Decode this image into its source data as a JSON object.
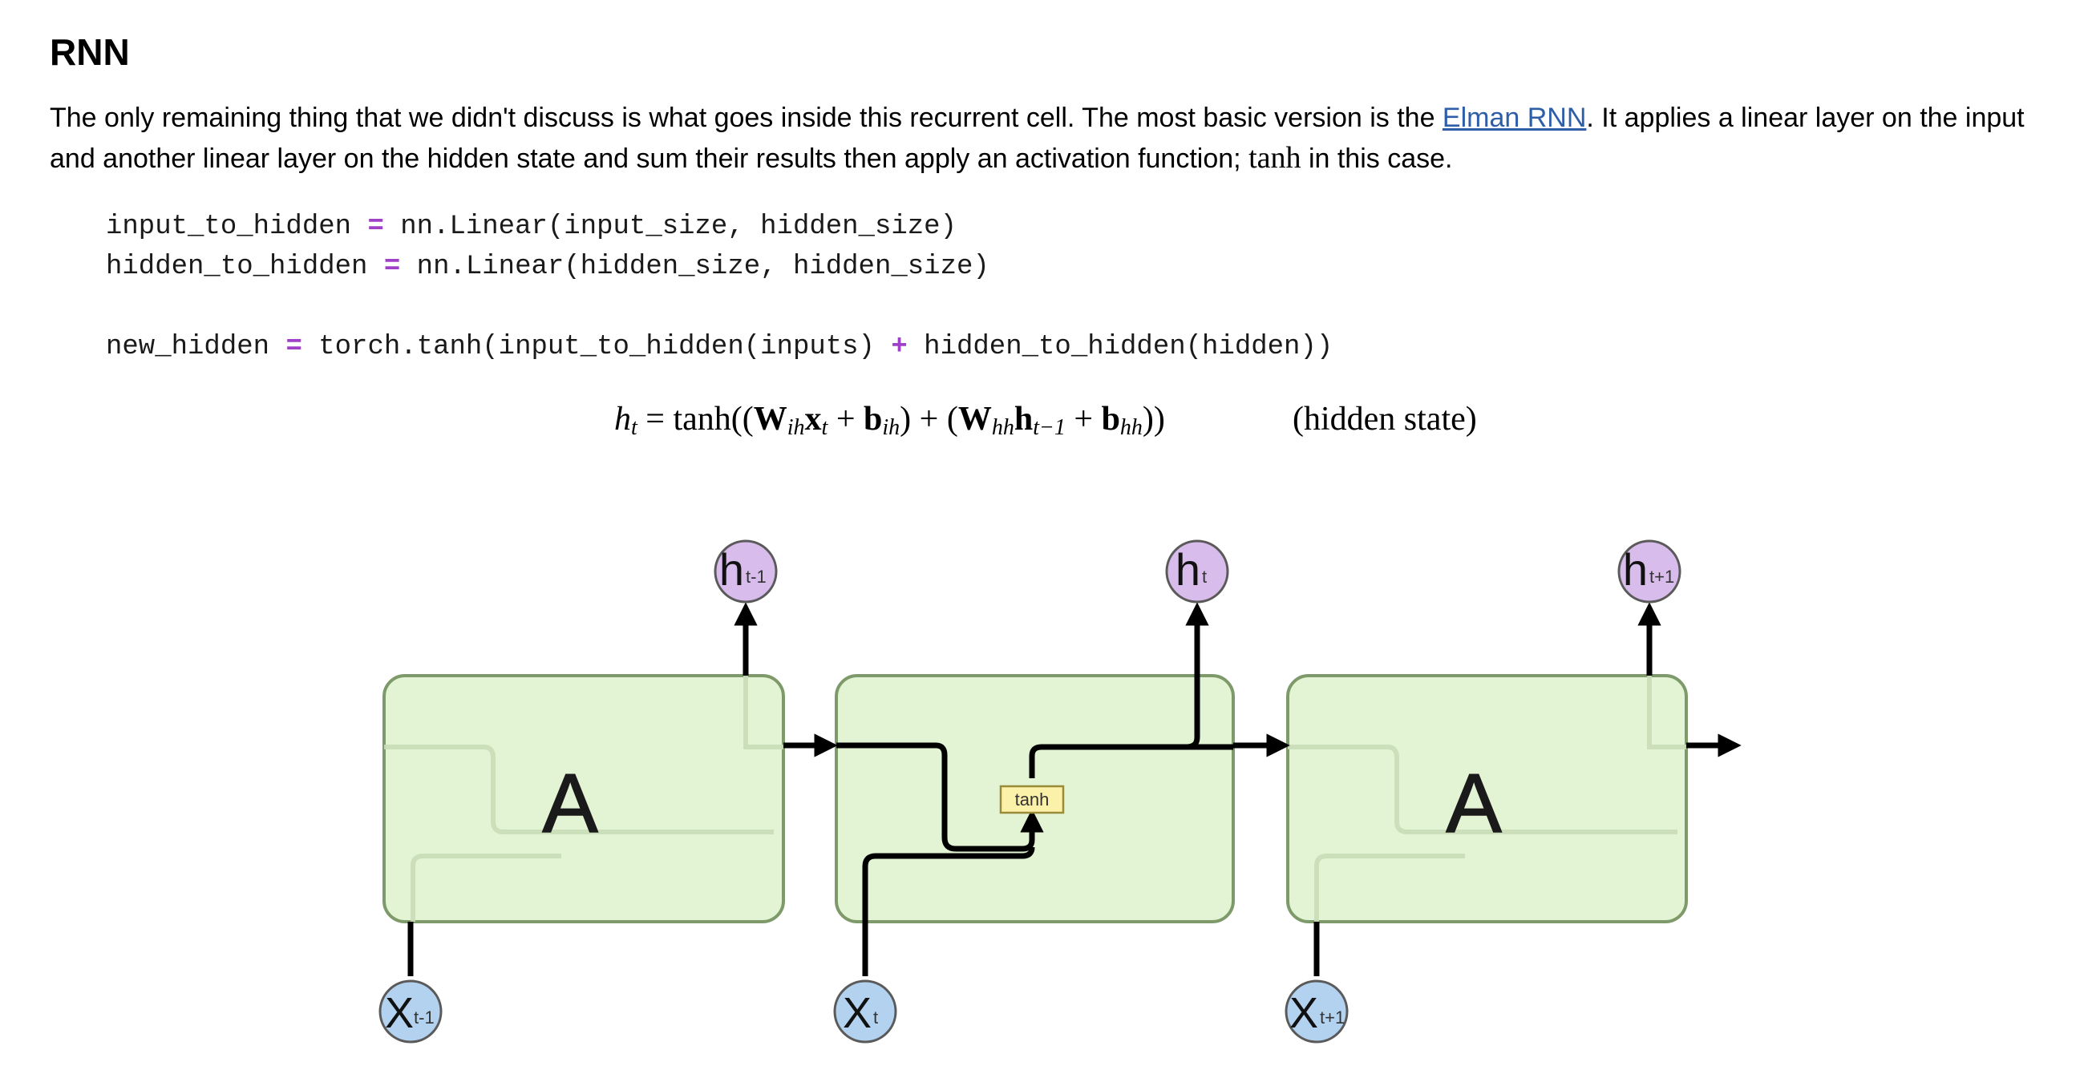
{
  "section": {
    "heading": "RNN"
  },
  "paragraph": {
    "text_before_link": "The only remaining thing that we didn't discuss is what goes inside this recurrent cell. The most basic version is the ",
    "link_text": "Elman RNN",
    "text_after_link": ". It applies a linear layer on the input and another linear layer on the hidden state and sum their results then apply an activation function; ",
    "inline_math": "tanh",
    "text_end": " in this case."
  },
  "code": {
    "line1": {
      "lhs": "input_to_hidden ",
      "op": "=",
      "rhs": " nn.Linear(input_size, hidden_size)"
    },
    "line2": {
      "lhs": "hidden_to_hidden ",
      "op": "=",
      "rhs": " nn.Linear(hidden_size, hidden_size)"
    },
    "line3": {
      "lhs": "new_hidden ",
      "op": "=",
      "mid": " torch.tanh(input_to_hidden(inputs) ",
      "op2": "+",
      "rhs": " hidden_to_hidden(hidden))"
    }
  },
  "equation": {
    "h": "h",
    "t": "t",
    "eq_open": " = tanh((",
    "W1": "W",
    "ih": "ih",
    "x": "x",
    "plus1": " + ",
    "b1": "b",
    "close_plus": ") + (",
    "W2": "W",
    "hh": "hh",
    "hprev": "h",
    "tminus": "t−1",
    "plus2": " + ",
    "b2": "b",
    "close": "))",
    "tag": "(hidden state)"
  },
  "diagram": {
    "cell_label": "A",
    "activation_label": "tanh",
    "outputs": [
      {
        "base": "h",
        "sub": "t-1"
      },
      {
        "base": "h",
        "sub": "t"
      },
      {
        "base": "h",
        "sub": "t+1"
      }
    ],
    "inputs": [
      {
        "base": "X",
        "sub": "t-1"
      },
      {
        "base": "X",
        "sub": "t"
      },
      {
        "base": "X",
        "sub": "t+1"
      }
    ],
    "colors": {
      "cell_fill": "#e2f4d3",
      "cell_stroke": "#7e9a6a",
      "hidden_node_fill": "#d8bcec",
      "input_node_fill": "#b3d2f0",
      "tanh_fill": "#fbf1a8",
      "tanh_stroke": "#9a8b3a"
    }
  }
}
